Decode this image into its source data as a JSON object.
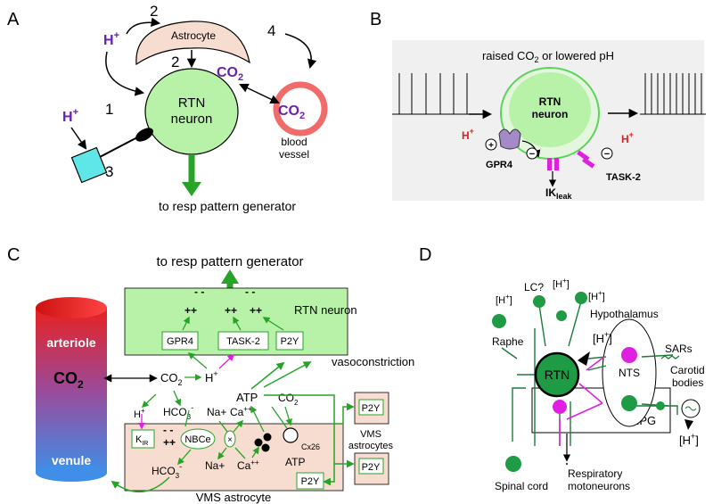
{
  "panel_a": {
    "letter": "A",
    "astrocyte": "Astrocyte",
    "rtn_line1": "RTN",
    "rtn_line2": "neuron",
    "h_plus": "H",
    "plus": "+",
    "co2": "CO",
    "sub2": "2",
    "blood_line1": "blood",
    "blood_line2": "vessel",
    "n1": "1",
    "n2": "2",
    "n3": "3",
    "n4": "4",
    "output": "to resp pattern generator"
  },
  "panel_b": {
    "letter": "B",
    "title_pre": "raised CO",
    "title_sub": "2",
    "title_post": " or lowered pH",
    "rtn_line1": "RTN",
    "rtn_line2": "neuron",
    "h": "H",
    "plus": "+",
    "gpr4": "GPR4",
    "ik": "IK",
    "ik_sub": "leak",
    "task2": "TASK-2",
    "pos_sign": "+",
    "neg_sign": "−"
  },
  "panel_c": {
    "letter": "C",
    "output": "to resp pattern generator",
    "rtn": "RTN neuron",
    "gpr4": "GPR4",
    "task2": "TASK-2",
    "p2y": "P2Y",
    "arteriole": "arteriole",
    "venule": "venule",
    "co2": "CO",
    "sub2": "2",
    "h": "H",
    "plus": "+",
    "hco3": "HCO",
    "sub3": "3",
    "minus": "-",
    "na": "Na+",
    "ca": "Ca",
    "plusplus": "++",
    "dashes": "- -",
    "atp": "ATP",
    "cx26": "Cx26",
    "kir": "K",
    "kir_sub": "IR",
    "nbce": "NBCe",
    "vasoconstriction": "vasoconstriction",
    "vms_astrocytes_l1": "VMS",
    "vms_astrocytes_l2": "astrocytes",
    "vms_astrocyte": "VMS astrocyte"
  },
  "panel_d": {
    "letter": "D",
    "lc": "LC?",
    "h": "H",
    "plus": "+",
    "hypothalamus": "Hypothalamus",
    "raphe": "Raphe",
    "rtn": "RTN",
    "nts": "NTS",
    "sars": "SARs",
    "carotid_l1": "Carotid",
    "carotid_l2": "bodies",
    "rpg": "RPG",
    "spinal": "Spinal cord",
    "resp_l1": "Respiratory",
    "resp_l2": "motoneurons"
  },
  "colors": {
    "green_fill": "#b8f2a8",
    "green_arrow": "#27a327",
    "dark_green": "#1f7a3c",
    "magenta": "#e020e0",
    "purple": "#6a1fb0",
    "red_ring": "#f26b6b",
    "astro_fill": "#f7ddd0",
    "cyan": "#5fe6e6"
  }
}
